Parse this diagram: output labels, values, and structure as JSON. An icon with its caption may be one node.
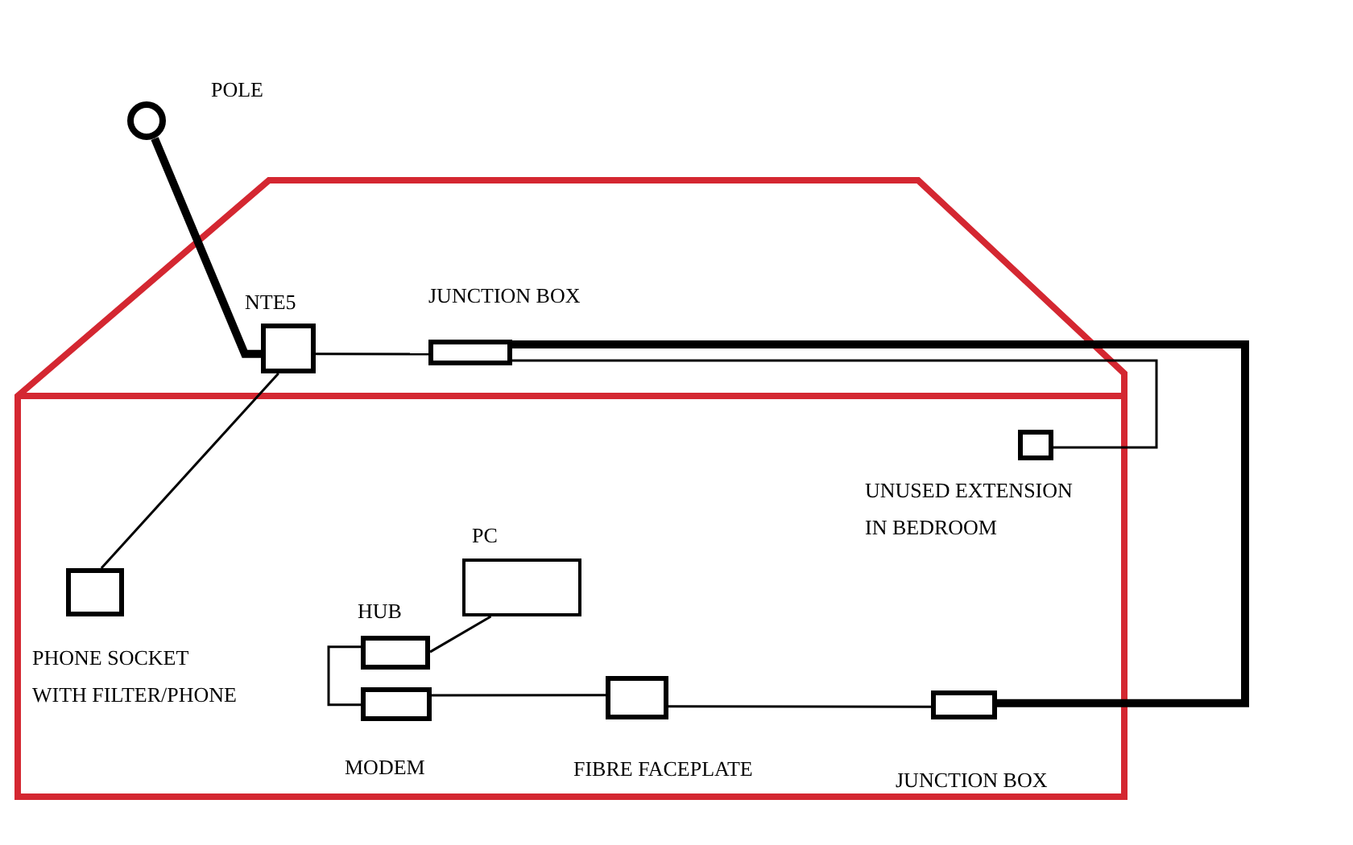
{
  "diagram": {
    "nodes": [
      {
        "text": [
          "POLE"
        ]
      },
      {
        "text": [
          "NTE5"
        ]
      },
      {
        "text": [
          "JUNCTION BOX"
        ]
      },
      {
        "text": [
          "UNUSED EXTENSION IN BEDROOM"
        ]
      },
      {
        "text": [
          "PHONE SOCKET WITH FILTER/PHONE"
        ]
      },
      {
        "text": [
          "PC"
        ]
      },
      {
        "text": [
          "HUB"
        ]
      },
      {
        "text": [
          "MODEM"
        ]
      },
      {
        "text": [
          "FIBRE FACEPLATE"
        ]
      },
      {
        "text": [
          "JUNCTION BOX"
        ]
      }
    ],
    "edges": [
      {
        "from": 0,
        "to": 1,
        "arrow": "none",
        "style": "thick"
      },
      {
        "from": 1,
        "to": 2,
        "arrow": "none"
      },
      {
        "from": 1,
        "to": 4,
        "arrow": "none"
      },
      {
        "from": 2,
        "to": 3,
        "arrow": "none"
      },
      {
        "from": 2,
        "to": 9,
        "arrow": "none",
        "style": "thick"
      },
      {
        "from": 6,
        "to": 5,
        "arrow": "none"
      },
      {
        "from": 6,
        "to": 7,
        "arrow": "none"
      },
      {
        "from": 7,
        "to": 8,
        "arrow": "none"
      },
      {
        "from": 8,
        "to": 9,
        "arrow": "none"
      }
    ]
  }
}
